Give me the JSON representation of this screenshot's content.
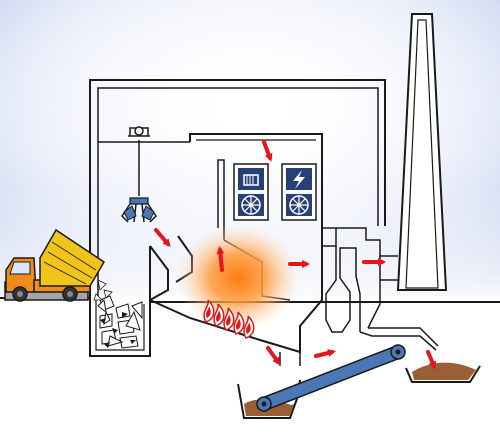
{
  "diagram": {
    "subject": "waste-to-energy-plant",
    "components": [
      "garbage-truck",
      "waste-bunker",
      "crane-grab",
      "feed-hopper",
      "combustion-grate",
      "furnace-fire",
      "boiler",
      "steam-turbine",
      "generator",
      "flue-gas-cleaning",
      "filter-hopper",
      "ash-conveyor",
      "ash-container",
      "chimney"
    ],
    "icons": {
      "turbine": "turbine-icon",
      "electricity": "lightning-icon",
      "fan": "fan-icon"
    },
    "colors": {
      "background_sky": "#b7c3ea",
      "arrow": "#e8141b",
      "fire": "#ff8a1e",
      "flame": "#e01818",
      "conveyor": "#4b78b4",
      "ash": "#9b5f37",
      "truck_body": "#f0c419",
      "truck_cab": "#ef8a1b",
      "icon_panel": "#274178",
      "line": "#1a1a1a"
    }
  }
}
